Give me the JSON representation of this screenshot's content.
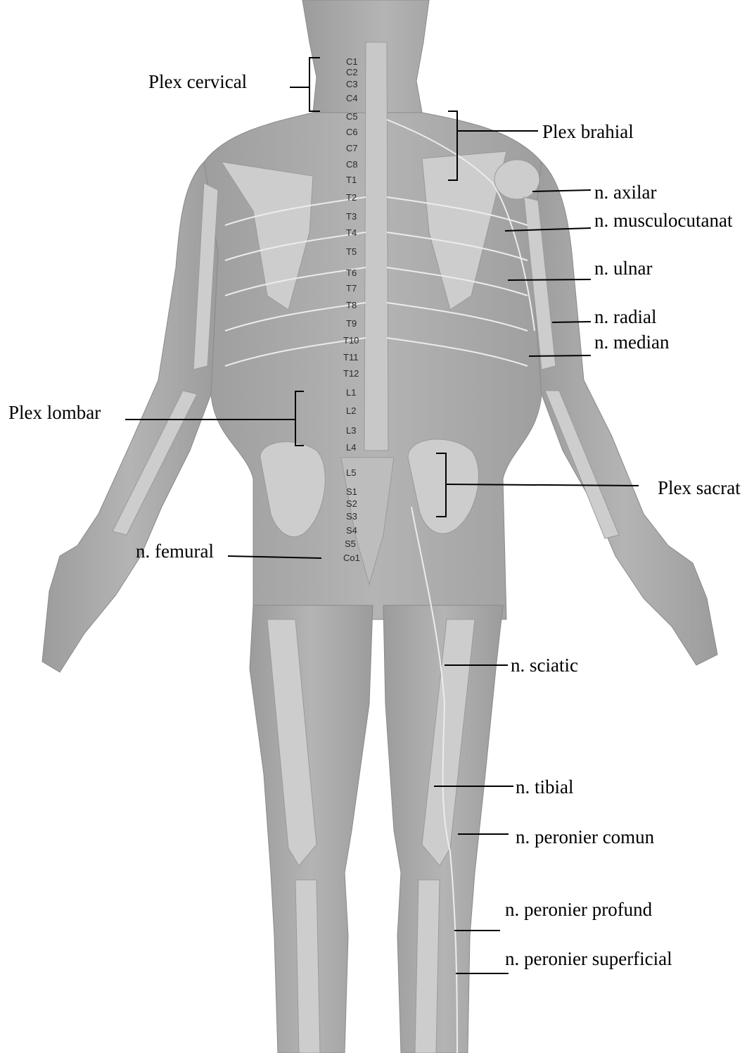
{
  "spinal_segments": [
    "C1",
    "C2",
    "C3",
    "C4",
    "C5",
    "C6",
    "C7",
    "C8",
    "T1",
    "T2",
    "T3",
    "T4",
    "T5",
    "T6",
    "T7",
    "T8",
    "T9",
    "T10",
    "T11",
    "T12",
    "L1",
    "L2",
    "L3",
    "L4",
    "L5",
    "S1",
    "S2",
    "S3",
    "S4",
    "S5",
    "Co1"
  ],
  "labels": {
    "plex_cervical": "Plex cervical",
    "plex_brahial": "Plex brahial",
    "n_axilar": "n. axilar",
    "n_musculocutanat": "n. musculocutanat",
    "n_ulnar": "n. ulnar",
    "n_radial": "n. radial",
    "n_median": "n. median",
    "plex_lombar": "Plex lombar",
    "plex_sacrat": "Plex sacrat",
    "n_femural": "n. femural",
    "n_sciatic": "n. sciatic",
    "n_tibial": "n. tibial",
    "n_peronier_comun": "n. peronier comun",
    "n_peronier_profund": "n. peronier profund",
    "n_peronier_superficial": "n. peronier superficial"
  },
  "colors": {
    "skin": "#a9a9a9",
    "bone": "#cfcfcf",
    "nerve": "#e6e6e6",
    "leader": "#000000"
  }
}
